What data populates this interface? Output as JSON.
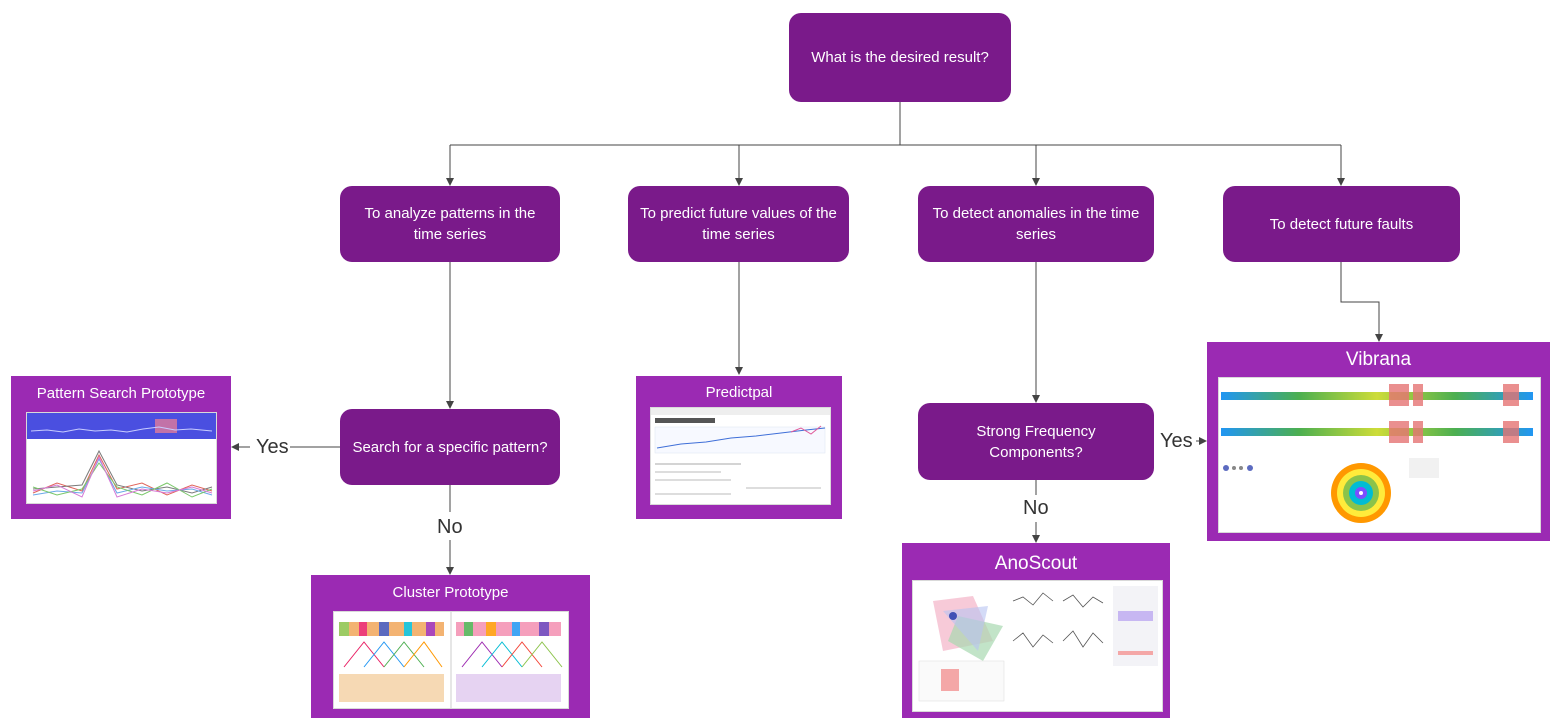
{
  "nodes": {
    "root": "What is the desired result?",
    "analyze": "To analyze patterns in the time series",
    "predict": "To predict future values of the time series",
    "anomalies": "To detect anomalies in the time series",
    "faults": "To detect future faults",
    "search": "Search for a specific pattern?",
    "frequency": "Strong Frequency Components?"
  },
  "edge_labels": {
    "search_yes": "Yes",
    "search_no": "No",
    "freq_yes": "Yes",
    "freq_no": "No"
  },
  "tools": {
    "pattern_search": "Pattern Search Prototype",
    "cluster": "Cluster Prototype",
    "predictpal": "Predictpal",
    "anoscout": "AnoScout",
    "vibrana": "Vibrana"
  },
  "colors": {
    "node_fill": "#7a1a8a",
    "card_fill": "#9b2ab3",
    "edge": "#444444"
  }
}
